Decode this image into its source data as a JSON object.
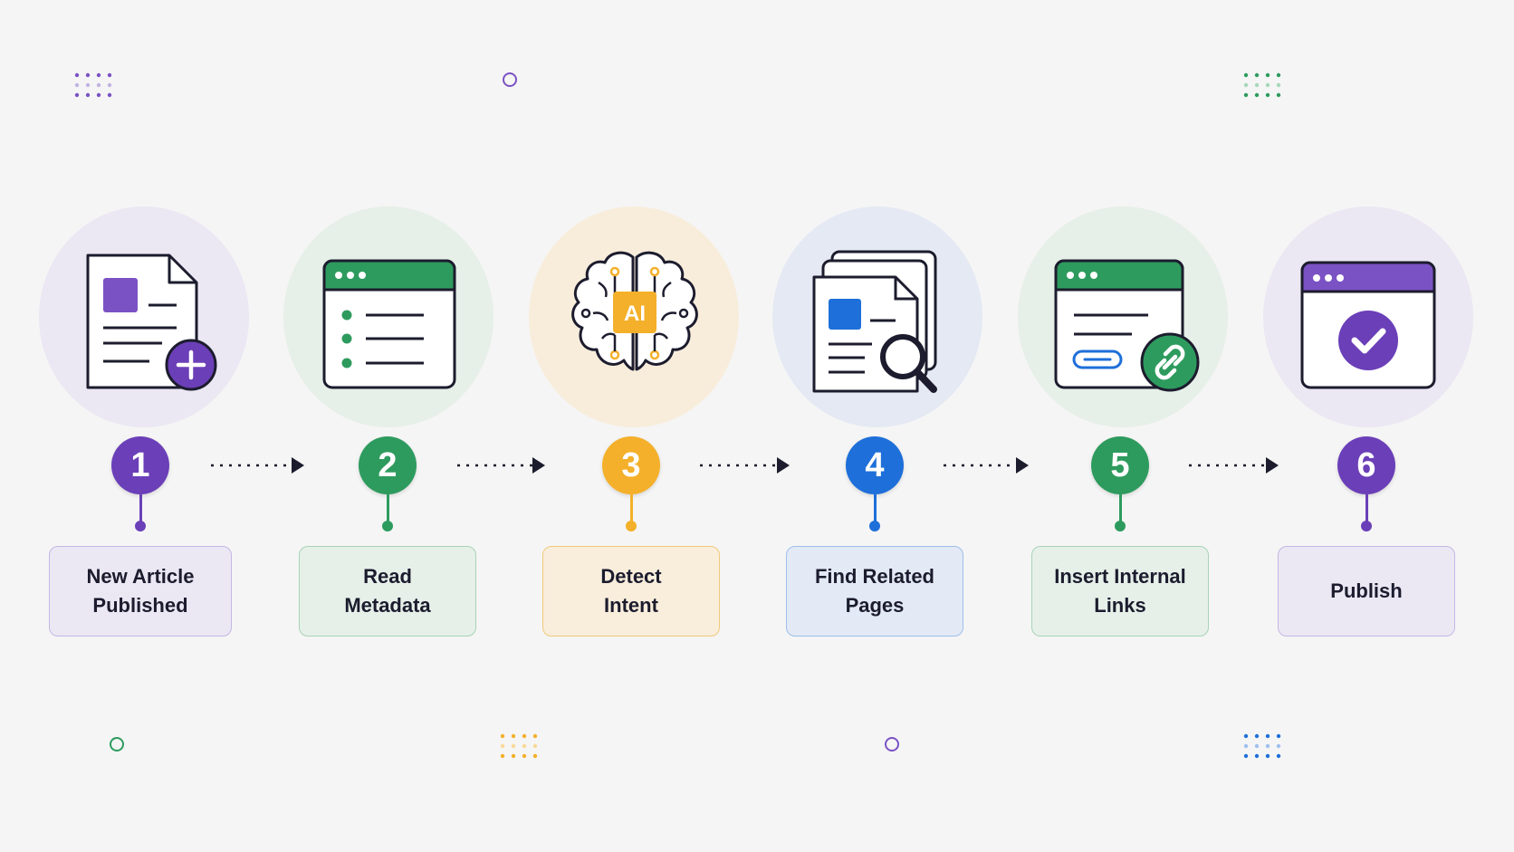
{
  "colors": {
    "purple": "#6b3fb8",
    "green": "#2e9b5e",
    "orange": "#f4b02a",
    "blue": "#1e6fd9",
    "ink": "#1c1c2e",
    "background": "#f5f5f5"
  },
  "steps": [
    {
      "number": "1",
      "label": "New Article\nPublished",
      "icon": "new-document-icon",
      "accent": "#6b3fb8"
    },
    {
      "number": "2",
      "label": "Read\nMetadata",
      "icon": "metadata-window-icon",
      "accent": "#2e9b5e"
    },
    {
      "number": "3",
      "label": "Detect\nIntent",
      "icon": "ai-brain-icon",
      "accent": "#f4b02a",
      "icon_text": "AI"
    },
    {
      "number": "4",
      "label": "Find Related\nPages",
      "icon": "search-pages-icon",
      "accent": "#1e6fd9"
    },
    {
      "number": "5",
      "label": "Insert Internal\nLinks",
      "icon": "link-window-icon",
      "accent": "#2e9b5e"
    },
    {
      "number": "6",
      "label": "Publish",
      "icon": "publish-check-icon",
      "accent": "#6b3fb8"
    }
  ]
}
